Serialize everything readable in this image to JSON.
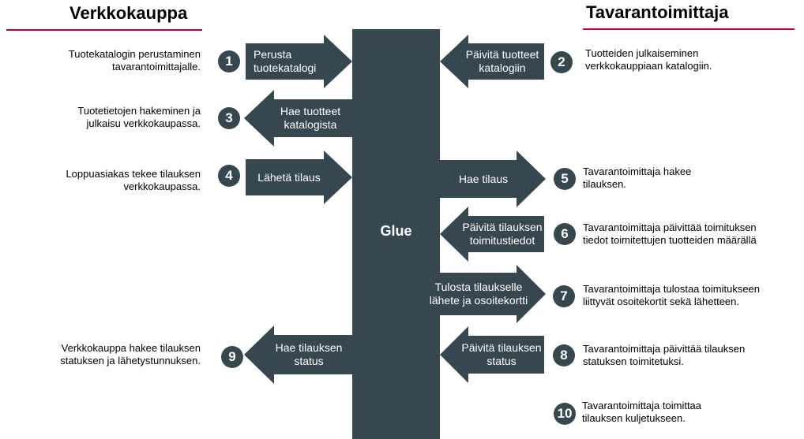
{
  "header": {
    "left_title": "Verkkokauppa",
    "right_title": "Tavarantoimittaja",
    "accent_color": "#c0003c"
  },
  "glue": {
    "label": "Glue",
    "color": "#37474f"
  },
  "steps": [
    {
      "number": "1",
      "arrow_label": "Perusta tuotekatalogi",
      "direction": "right",
      "description": "Tuotekatalogin perustaminen tavarantoimittajalle."
    },
    {
      "number": "2",
      "arrow_label": "Päivitä tuotteet katalogiin",
      "direction": "left",
      "description": "Tuotteiden julkaiseminen verkkokauppiaan katalogiin."
    },
    {
      "number": "3",
      "arrow_label": "Hae tuotteet katalogista",
      "direction": "left",
      "description": "Tuotetietojen hakeminen ja julkaisu verkkokaupassa."
    },
    {
      "number": "4",
      "arrow_label": "Lähetä tilaus",
      "direction": "right",
      "description": "Loppuasiakas tekee tilauksen verkkokaupassa."
    },
    {
      "number": "5",
      "arrow_label": "Hae tilaus",
      "direction": "right",
      "description": "Tavarantoimittaja hakee tilauksen."
    },
    {
      "number": "6",
      "arrow_label": "Päivitä tilauksen toimitustiedot",
      "direction": "left",
      "description": "Tavarantoimittaja päivittää toimituksen tiedot toimitettujen tuotteiden määrällä"
    },
    {
      "number": "7",
      "arrow_label": "Tulosta tilaukselle lähete ja osoitekortti",
      "direction": "right",
      "description": "Tavarantoimittaja tulostaa toimitukseen liittyvät osoitekortit sekä lähetteen."
    },
    {
      "number": "8",
      "arrow_label": "Päivitä tilauksen status",
      "direction": "left",
      "description": "Tavarantoimittaja päivittää tilauksen statuksen toimitetuksi."
    },
    {
      "number": "9",
      "arrow_label": "Hae tilauksen status",
      "direction": "left",
      "description": "Verkkokauppa hakee tilauksen statuksen ja lähetystunnuksen."
    },
    {
      "number": "10",
      "description": "Tavarantoimittaja toimittaa tilauksen kuljetukseen."
    }
  ]
}
